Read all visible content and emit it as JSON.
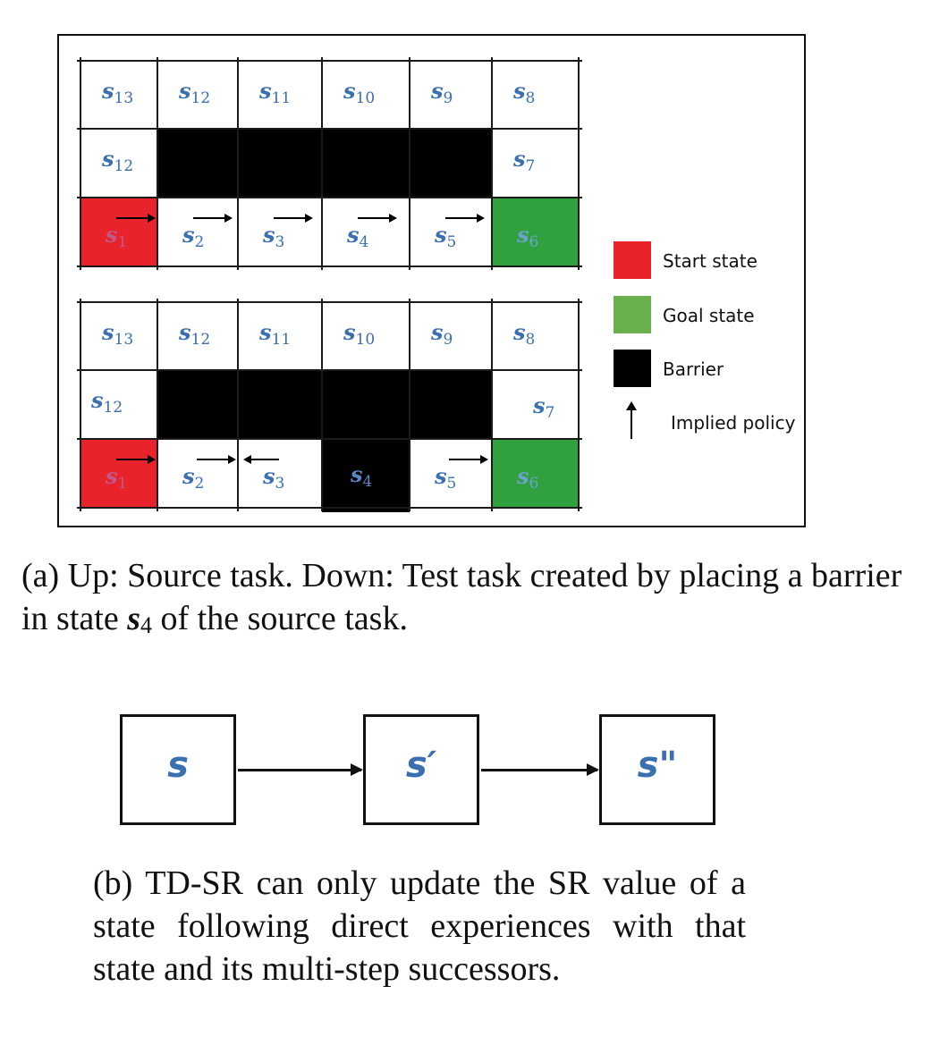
{
  "figure_a": {
    "top_grid": {
      "rows": [
        [
          "13",
          "12",
          "11",
          "10",
          "9",
          "8"
        ],
        [
          "12",
          "",
          "",
          "",
          "",
          "7"
        ],
        [
          "1",
          "2",
          "3",
          "4",
          "5",
          "6"
        ]
      ]
    },
    "bottom_grid": {
      "rows": [
        [
          "13",
          "12",
          "11",
          "10",
          "9",
          "8"
        ],
        [
          "12",
          "",
          "",
          "",
          "",
          "7"
        ],
        [
          "1",
          "2",
          "3",
          "4",
          "5",
          "6"
        ]
      ]
    },
    "state_symbol": "s",
    "colors": {
      "start": "#e8232b",
      "goal": "#31a13f",
      "barrier": "#000000",
      "legend_goal": "#6ab04c",
      "label": "#3a6fb0"
    },
    "legend": [
      {
        "label": "Start state",
        "icon": "red-swatch"
      },
      {
        "label": "Goal state",
        "icon": "green-swatch"
      },
      {
        "label": "Barrier",
        "icon": "black-swatch"
      },
      {
        "label": "Implied policy",
        "icon": "up-arrow-icon"
      }
    ]
  },
  "caption_a": {
    "part1": "(a) Up: Source task. Down: Test task created by placing a barrier in state ",
    "symbol": "s",
    "subscript": "4",
    "part2": " of the source task."
  },
  "figure_b": {
    "nodes": [
      {
        "label": "s"
      },
      {
        "label": "s′"
      },
      {
        "label": "s\""
      }
    ]
  },
  "caption_b": "(b) TD-SR can only update the SR value of a state following direct experiences with that state and its multi-step successors."
}
